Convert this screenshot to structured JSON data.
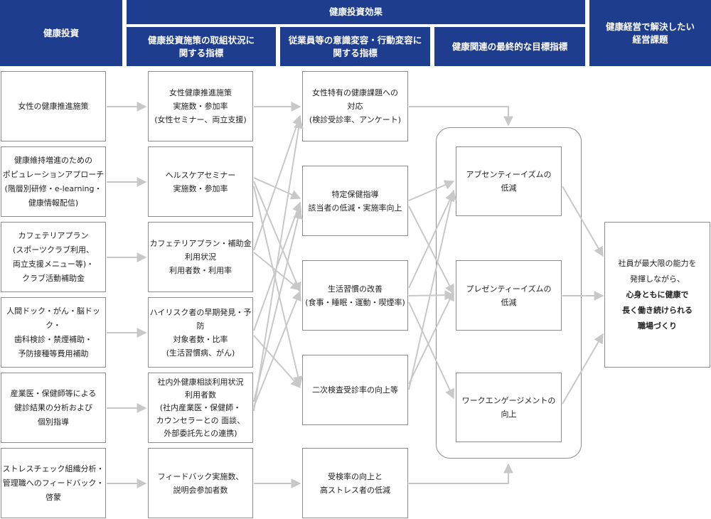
{
  "headers": {
    "investment": "健康投資",
    "effect": "健康投資効果",
    "measures_status": "健康投資施策の取組状況に\n関する指標",
    "awareness": "従業員等の意識変容・行動変容に\n関する指標",
    "final_goal": "健康関連の最終的な目標指標",
    "issue": "健康経営で解決したい\n経営課題"
  },
  "investments": [
    "女性の健康推進施策",
    "健康維持増進のための\nポピュレーションアプローチ\n(階層別研修・e-learning・\n健康情報配信)",
    "カフェテリアプラン\n(スポーツクラブ利用、\n両立支援メニュー等)・\nクラブ活動補助金",
    "人間ドック・がん・脳ドック・\n歯科検診・禁煙補助・\n予防接種等費用補助",
    "産業医・保健師等による\n健診結果の分析および\n個別指導",
    "ストレスチェック組織分析・\n管理職へのフィードバック・\n啓蒙"
  ],
  "measures": [
    "女性健康推進施策\n実施数・参加率\n(女性セミナー、両立支援)",
    "ヘルスケアセミナー\n実施数・参加率",
    "カフェテリアプラン・補助金\n利用状況\n利用者数・利用率",
    "ハイリスク者の早期発見・予防\n対象者数・比率\n(生活習慣病、がん)",
    "社内外健康相談利用状況\n利用者数\n(社内産業医・保健師・\nカウンセラーとの 面談、\n外部委託先との連携)",
    "フィードバック実施数、\n説明会参加者数"
  ],
  "behaviors": [
    "女性特有の健康課題への\n対応\n(検診受診率、アンケート)",
    "特定保健指導\n該当者の低減・実施率向上",
    "生活習慣の改善\n(食事・睡眠・運動・喫煙率)",
    "二次検査受診率の向上等",
    "受検率の向上と\n高ストレス者の低減"
  ],
  "goals": [
    "アブセンティーイズムの\n低減",
    "プレゼンティーイズムの\n低減",
    "ワークエンゲージメントの\n向上"
  ],
  "issue": {
    "intro": "社員が最大限の能力を\n発揮しながら、",
    "strong": "心身ともに健康で\n長く働き続けられる\n職場づくり"
  },
  "colors": {
    "header_bg": "#1f3d8f",
    "arrow": "#c8c8c8",
    "box_border": "#8c8c8c"
  }
}
